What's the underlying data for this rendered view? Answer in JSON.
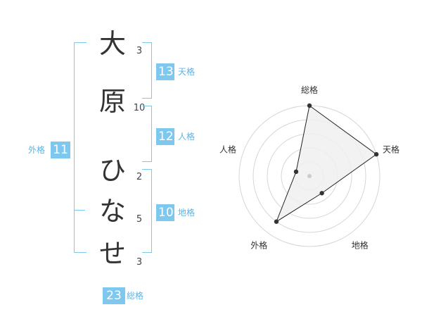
{
  "name": {
    "characters": [
      {
        "char": "大",
        "strokes": "3"
      },
      {
        "char": "原",
        "strokes": "10"
      },
      {
        "char": "ひ",
        "strokes": "2"
      },
      {
        "char": "な",
        "strokes": "5"
      },
      {
        "char": "せ",
        "strokes": "3"
      }
    ]
  },
  "fortunes": {
    "tenkaku": {
      "label": "天格",
      "value": "13"
    },
    "jinkaku": {
      "label": "人格",
      "value": "12"
    },
    "chikaku": {
      "label": "地格",
      "value": "10"
    },
    "gaikaku": {
      "label": "外格",
      "value": "11"
    },
    "soukaku": {
      "label": "総格",
      "value": "23"
    }
  },
  "colors": {
    "accent": "#7ec8f0",
    "accent_text": "#5bb4e5",
    "radar_fill": "#f0f0f0",
    "radar_stroke": "#222222"
  },
  "chart_data": {
    "type": "radar",
    "axes": [
      "総格",
      "天格",
      "地格",
      "外格",
      "人格"
    ],
    "values": [
      5,
      5,
      1.5,
      4,
      1
    ],
    "range": [
      0,
      5
    ],
    "rings": 5,
    "title": "",
    "legend": "none"
  }
}
